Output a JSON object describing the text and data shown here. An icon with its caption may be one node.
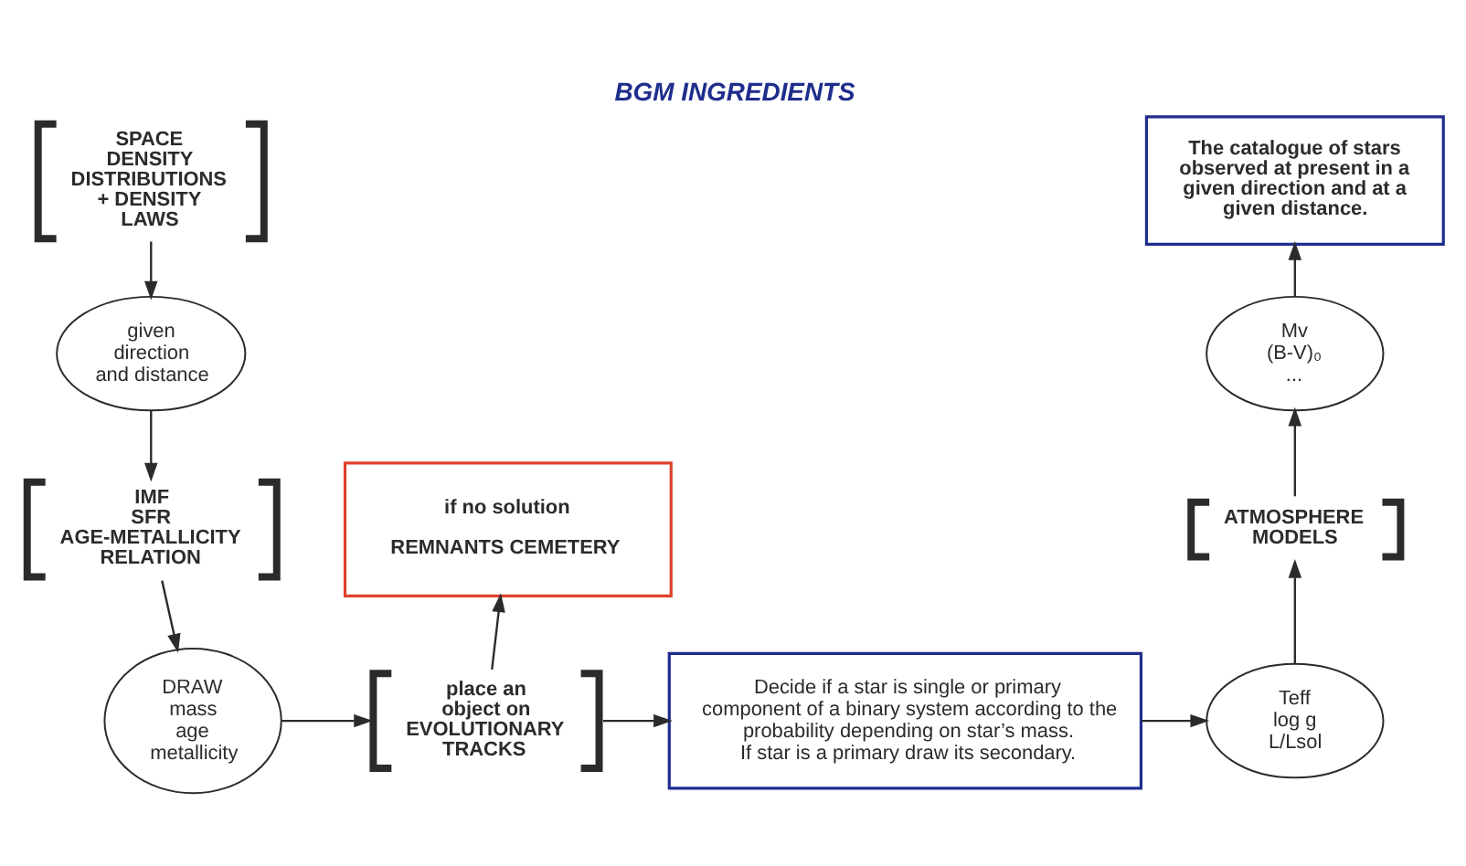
{
  "diagram": {
    "title": "BGM INGREDIENTS",
    "nodes": [
      {
        "text": [
          "SPACE DENSITY DISTRIBUTIONS + DENSITY LAWS"
        ]
      },
      {
        "text": [
          "given direction and distance"
        ]
      },
      {
        "text": [
          "IMF SFR AGE-METALLICITY RELATION"
        ]
      },
      {
        "text": [
          "DRAW mass age metallicity"
        ]
      },
      {
        "text": [
          "place an object on EVOLUTIONARY TRACKS"
        ]
      },
      {
        "text": [
          "if no solution",
          "REMNANTS CEMETERY"
        ]
      },
      {
        "text": [
          "Decide if a star is single or primary component of a binary system according to the probability depending on star’s mass.",
          "If star is a primary draw its secondary."
        ]
      },
      {
        "text": [
          "Teff log g L/Lsol"
        ]
      },
      {
        "text": [
          "ATMOSPHERE MODELS"
        ]
      },
      {
        "text": [
          "Mv (B-V)₀ ..."
        ]
      },
      {
        "text": [
          "The catalogue of stars observed at present in a given direction and at a given distance."
        ]
      }
    ],
    "edges": [
      {
        "from": 0,
        "to": 1,
        "arrow": "to"
      },
      {
        "from": 1,
        "to": 2,
        "arrow": "to"
      },
      {
        "from": 2,
        "to": 3,
        "arrow": "to"
      },
      {
        "from": 3,
        "to": 4,
        "arrow": "to"
      },
      {
        "from": 4,
        "to": 5,
        "arrow": "to"
      },
      {
        "from": 4,
        "to": 6,
        "arrow": "to"
      },
      {
        "from": 6,
        "to": 7,
        "arrow": "to"
      },
      {
        "from": 7,
        "to": 8,
        "arrow": "to"
      },
      {
        "from": 8,
        "to": 9,
        "arrow": "to"
      },
      {
        "from": 9,
        "to": 10,
        "arrow": "to"
      }
    ]
  }
}
